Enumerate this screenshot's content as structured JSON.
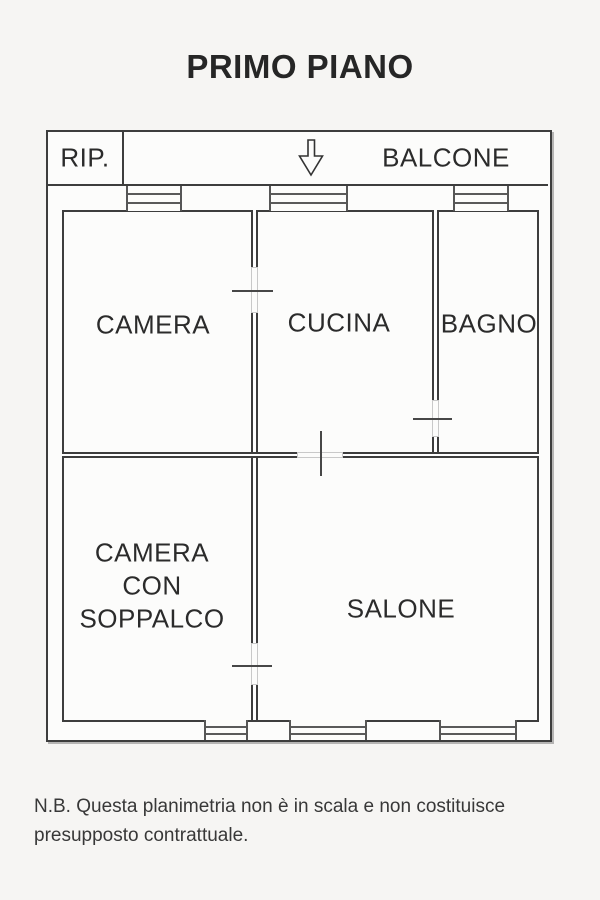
{
  "title": "PRIMO PIANO",
  "plan": {
    "strip": {
      "rip_label": "RIP.",
      "balcone_label": "BALCONE"
    },
    "rooms": {
      "camera": "CAMERA",
      "cucina": "CUCINA",
      "bagno": "BAGNO",
      "camera_soppalco": "CAMERA\nCON\nSOPPALCO",
      "salone": "SALONE"
    },
    "entrance_arrow_icon": "down-arrow"
  },
  "note": "N.B. Questa planimetria non è in scala e non costituisce\npresupposto contrattuale.",
  "colors": {
    "wall": "#3d3d3d",
    "text": "#2b2b2b",
    "background": "#f6f5f3"
  }
}
